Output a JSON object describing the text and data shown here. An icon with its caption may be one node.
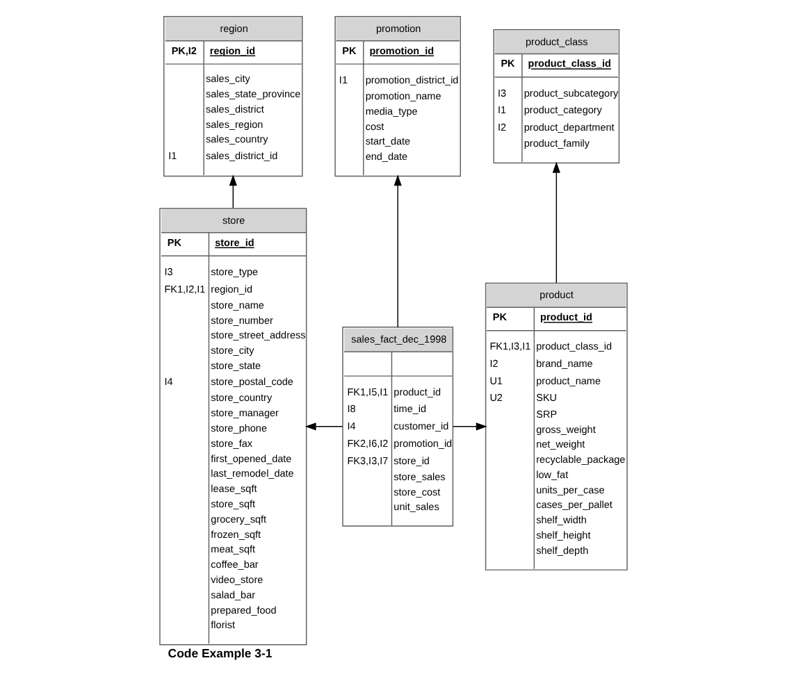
{
  "diagram": {
    "caption": "Code Example 3-1",
    "nodes": [
      {
        "text": [
          "region",
          "PK,I2",
          "region_id",
          "sales_city",
          "sales_state_province",
          "sales_district",
          "sales_region",
          "sales_country",
          "I1",
          "sales_district_id"
        ]
      },
      {
        "text": [
          "promotion",
          "PK",
          "promotion_id",
          "I1",
          "promotion_district_id",
          "promotion_name",
          "media_type",
          "cost",
          "start_date",
          "end_date"
        ]
      },
      {
        "text": [
          "product_class",
          "PK",
          "product_class_id",
          "I3",
          "product_subcategory",
          "I1",
          "product_category",
          "I2",
          "product_department",
          "product_family"
        ]
      },
      {
        "text": [
          "store",
          "PK",
          "store_id",
          "I3",
          "store_type",
          "FK1,I2,I1",
          "region_id",
          "store_name",
          "store_number",
          "store_street_address",
          "store_city",
          "store_state",
          "I4",
          "store_postal_code",
          "store_country",
          "store_manager",
          "store_phone",
          "store_fax",
          "first_opened_date",
          "last_remodel_date",
          "lease_sqft",
          "store_sqft",
          "grocery_sqft",
          "frozen_sqft",
          "meat_sqft",
          "coffee_bar",
          "video_store",
          "salad_bar",
          "prepared_food",
          "florist"
        ]
      },
      {
        "text": [
          "product",
          "PK",
          "product_id",
          "FK1,I3,I1",
          "product_class_id",
          "I2",
          "brand_name",
          "U1",
          "product_name",
          "U2",
          "SKU",
          "SRP",
          "gross_weight",
          "net_weight",
          "recyclable_package",
          "low_fat",
          "units_per_case",
          "cases_per_pallet",
          "shelf_width",
          "shelf_height",
          "shelf_depth"
        ]
      },
      {
        "text": [
          "sales_fact_dec_1998",
          "FK1,I5,I1",
          "product_id",
          "I8",
          "time_id",
          "I4",
          "customer_id",
          "FK2,I6,I2",
          "promotion_id",
          "FK3,I3,I7",
          "store_id",
          "store_sales",
          "store_cost",
          "unit_sales"
        ]
      }
    ],
    "edges": [
      {
        "from": 3,
        "to": 0,
        "arrow": "to"
      },
      {
        "from": 5,
        "to": 3,
        "arrow": "to"
      },
      {
        "from": 5,
        "to": 1,
        "arrow": "to"
      },
      {
        "from": 5,
        "to": 4,
        "arrow": "to"
      },
      {
        "from": 4,
        "to": 2,
        "arrow": "to"
      }
    ]
  }
}
